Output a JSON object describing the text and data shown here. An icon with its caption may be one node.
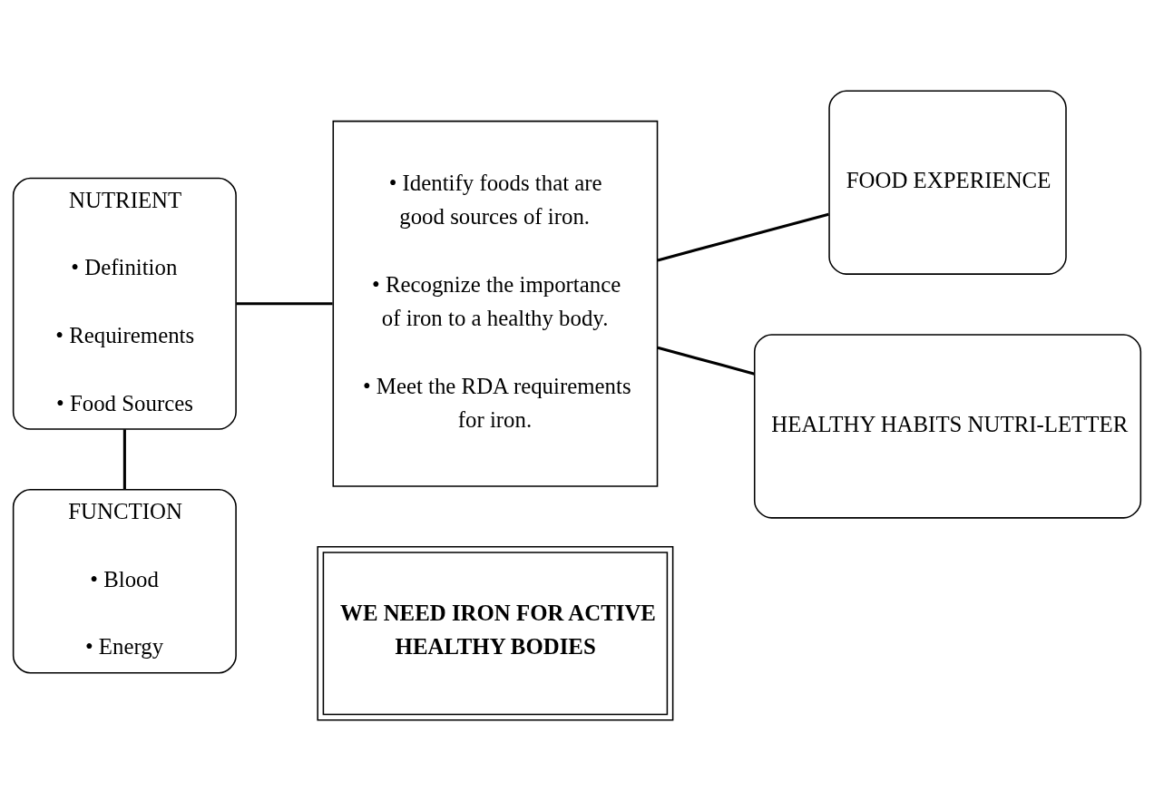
{
  "diagram": {
    "nodes": [
      {
        "text": [
          "WE NEED IRON FOR ACTIVE HEALTHY BODIES"
        ]
      },
      {
        "text": [
          "• Identify foods that are good sources of iron.",
          "• Recognize the importance of iron to a healthy body.",
          "• Meet the RDA requirements for iron."
        ]
      },
      {
        "text": [
          "NUTRIENT",
          "• Definition",
          "• Requirements",
          "• Food Sources"
        ]
      },
      {
        "text": [
          "FOOD EXPERIENCE"
        ]
      },
      {
        "text": [
          "FUNCTION",
          "• Blood",
          "• Energy"
        ]
      },
      {
        "text": [
          "HEALTHY HABITS NUTRI-LETTER"
        ]
      }
    ],
    "edges": [
      {
        "from": 2,
        "to": 1,
        "arrow": "none"
      },
      {
        "from": 1,
        "to": 3,
        "arrow": "none"
      },
      {
        "from": 2,
        "to": 4,
        "arrow": "none"
      },
      {
        "from": 1,
        "to": 5,
        "arrow": "none"
      }
    ]
  }
}
